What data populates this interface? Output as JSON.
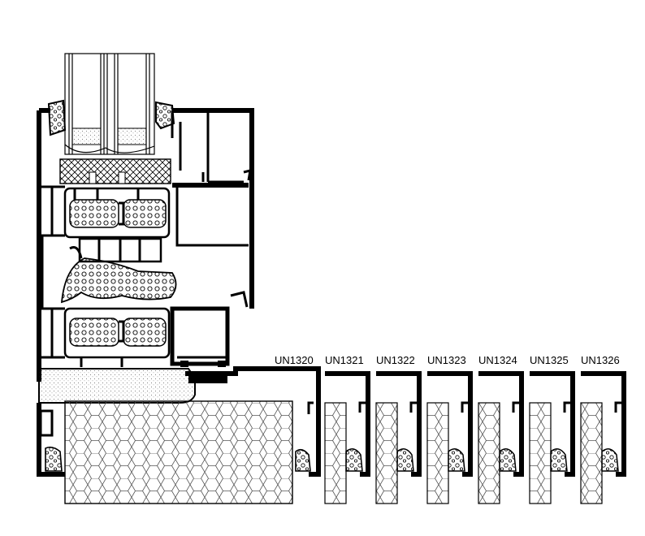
{
  "profile_labels": [
    "UN1320",
    "UN1321",
    "UN1322",
    "UN1323",
    "UN1324",
    "UN1325",
    "UN1326"
  ],
  "colors": {
    "line": "#000000",
    "background": "#ffffff",
    "fill_light": "#f2f2f2"
  }
}
